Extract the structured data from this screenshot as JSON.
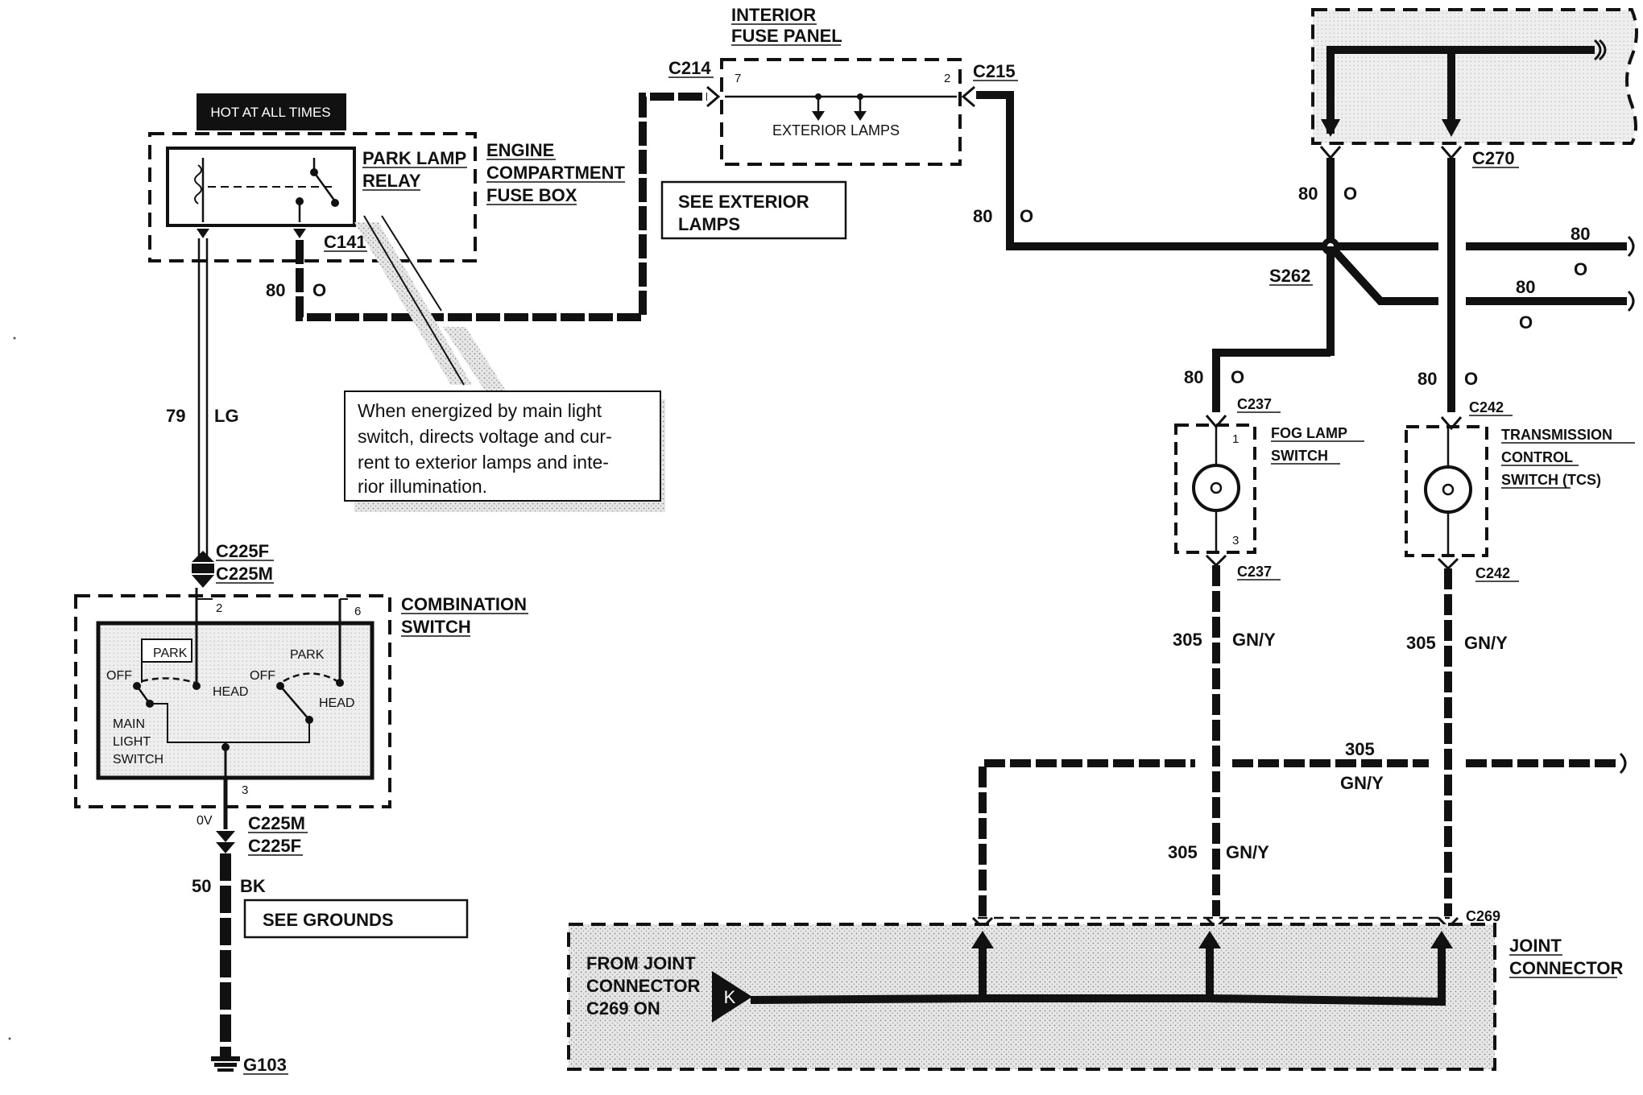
{
  "hot_label": "HOT AT ALL TIMES",
  "relay": {
    "name_line1": "PARK LAMP",
    "name_line2": "RELAY",
    "connector": "C141"
  },
  "engine_box": {
    "line1": "ENGINE",
    "line2": "COMPARTMENT",
    "line3": "FUSE BOX"
  },
  "interior_fuse": {
    "line1": "INTERIOR",
    "line2": "FUSE PANEL",
    "inner_label": "EXTERIOR LAMPS",
    "pin_left": "7",
    "pin_right": "2",
    "connector_left": "C214",
    "connector_right": "C215"
  },
  "see_exterior": {
    "line1": "SEE EXTERIOR",
    "line2": "LAMPS"
  },
  "note": {
    "line1": "When energized by main light",
    "line2": "switch, directs voltage and cur-",
    "line3": "rent to exterior lamps and inte-",
    "line4": "rior  illumination."
  },
  "wires": {
    "w80": "80",
    "color_o": "O",
    "w79": "79",
    "color_lg": "LG",
    "w50": "50",
    "color_bk": "BK",
    "w305": "305",
    "color_gny": "GN/Y",
    "zero_v": "0V"
  },
  "combo_switch": {
    "line1": "COMBINATION",
    "line2": "SWITCH",
    "conn_top_a": "C225F",
    "conn_top_b": "C225M",
    "conn_bot_a": "C225M",
    "conn_bot_b": "C225F",
    "pin2": "2",
    "pin6": "6",
    "pin3": "3",
    "park_left": "PARK",
    "off_left": "OFF",
    "head_left": "HEAD",
    "park_right": "PARK",
    "off_right": "OFF",
    "head_right": "HEAD",
    "main_line1": "MAIN",
    "main_line2": "LIGHT",
    "main_line3": "SWITCH"
  },
  "see_grounds": "SEE GROUNDS",
  "ground": "G103",
  "splice": "S262",
  "connectors": {
    "c270": "C270",
    "c237": "C237",
    "c242": "C242",
    "c269": "C269"
  },
  "fog_switch": {
    "line1": "FOG LAMP",
    "line2": "SWITCH",
    "pin1": "1",
    "pin3": "3"
  },
  "tcs_switch": {
    "line1": "TRANSMISSION",
    "line2": "CONTROL",
    "line3": "SWITCH (TCS)"
  },
  "joint": {
    "line1": "JOINT",
    "line2": "CONNECTOR",
    "from_line1": "FROM JOINT",
    "from_line2": "CONNECTOR",
    "from_line3": "C269 ON",
    "k_label": "K"
  }
}
